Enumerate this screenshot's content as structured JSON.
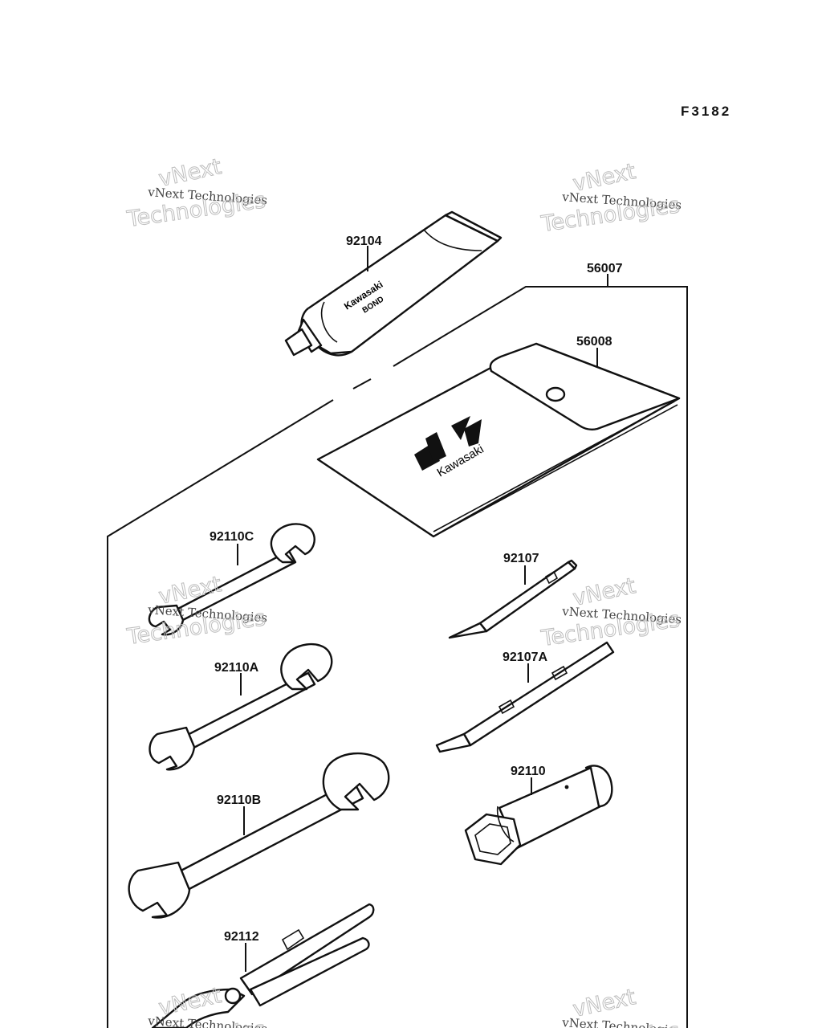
{
  "diagram_code": "F3182",
  "parts": [
    {
      "id": "p92104",
      "label": "92104",
      "name": "bond-tube"
    },
    {
      "id": "p56007",
      "label": "56007",
      "name": "tool-kit-set"
    },
    {
      "id": "p56008",
      "label": "56008",
      "name": "tool-bag"
    },
    {
      "id": "p92110C",
      "label": "92110C",
      "name": "wrench-small"
    },
    {
      "id": "p92107",
      "label": "92107",
      "name": "screwdriver-bit"
    },
    {
      "id": "p92110A",
      "label": "92110A",
      "name": "wrench-medium"
    },
    {
      "id": "p92107A",
      "label": "92107A",
      "name": "screwdriver-handle"
    },
    {
      "id": "p92110",
      "label": "92110",
      "name": "spark-plug-wrench"
    },
    {
      "id": "p92110B",
      "label": "92110B",
      "name": "wrench-large"
    },
    {
      "id": "p92112",
      "label": "92112",
      "name": "pliers"
    }
  ],
  "printed_marks": {
    "tube_brand": "Kawasaki",
    "tube_product": "BOND",
    "bag_brand": "Kawasaki"
  },
  "watermark": {
    "line1": "vNext",
    "line2": "vNext Technologies",
    "line3": "Technologies"
  }
}
